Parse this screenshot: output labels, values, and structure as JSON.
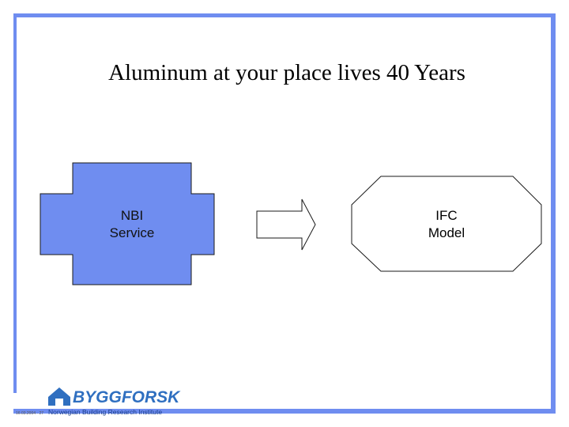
{
  "slide": {
    "title": "Aluminum at your place lives 40 Years"
  },
  "diagram": {
    "source_label": "NBI\nService",
    "target_label": "IFC\nModel"
  },
  "footer": {
    "date": "16.03.2004 · 27",
    "logo_text": "BYGGFORSK",
    "logo_subtitle": "Norwegian Building Research Institute"
  },
  "colors": {
    "frame": "#6f8df0",
    "source_fill": "#6f8df0",
    "logo": "#2f6fc0"
  }
}
